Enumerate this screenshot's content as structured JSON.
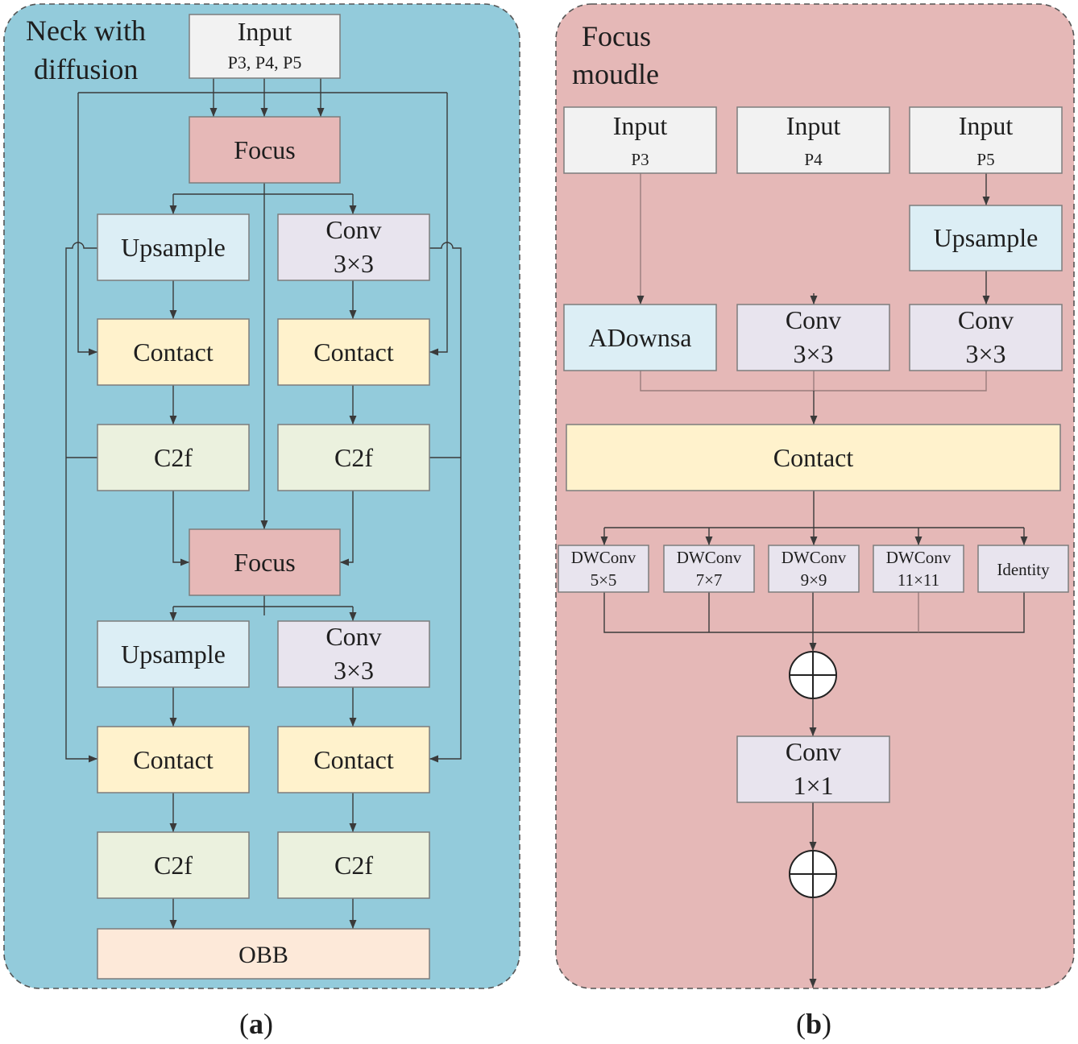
{
  "panel_a": {
    "title": [
      "Neck with",
      "diffusion"
    ],
    "input": {
      "label": "Input",
      "sublabel": "P3, P4, P5"
    },
    "stage_1": {
      "focus": "Focus",
      "upsample": "Upsample",
      "conv": [
        "Conv",
        "3×3"
      ],
      "contact_left": "Contact",
      "contact_right": "Contact",
      "c2f_left": "C2f",
      "c2f_right": "C2f"
    },
    "stage_2": {
      "focus": "Focus",
      "upsample": "Upsample",
      "conv": [
        "Conv",
        "3×3"
      ],
      "contact_left": "Contact",
      "contact_right": "Contact",
      "c2f_left": "C2f",
      "c2f_right": "C2f"
    },
    "obb": "OBB"
  },
  "panel_b": {
    "title": [
      "Focus",
      "moudle"
    ],
    "inputs": [
      {
        "label": "Input",
        "sublabel": "P3"
      },
      {
        "label": "Input",
        "sublabel": "P4"
      },
      {
        "label": "Input",
        "sublabel": "P5"
      }
    ],
    "upsample": "Upsample",
    "adownsa": "ADownsa",
    "conv_p4": [
      "Conv",
      "3×3"
    ],
    "conv_p5": [
      "Conv",
      "3×3"
    ],
    "contact": "Contact",
    "branches": [
      {
        "name": "DWConv",
        "kernel": "5×5"
      },
      {
        "name": "DWConv",
        "kernel": "7×7"
      },
      {
        "name": "DWConv",
        "kernel": "9×9"
      },
      {
        "name": "DWConv",
        "kernel": "11×11"
      },
      {
        "name": "Identity"
      }
    ],
    "conv_out": [
      "Conv",
      "1×1"
    ]
  },
  "captions": [
    {
      "open": "(",
      "letter": "a",
      "close": ")"
    },
    {
      "open": "(",
      "letter": "b",
      "close": ")"
    }
  ],
  "colors": {
    "panel_a_bg": "#93CBDB",
    "panel_b_bg": "#E5B8B7",
    "input_fill": "#F2F2F2",
    "focus_fill": "#E6B8B7",
    "upsample_fill": "#DCEEF5",
    "conv_fill": "#E8E4EE",
    "contact_fill": "#FFF2CC",
    "c2f_fill": "#EBF1DE",
    "obb_fill": "#FDE9D9",
    "line": "#3A3A3A",
    "line_faint": "#9A7C7C"
  }
}
